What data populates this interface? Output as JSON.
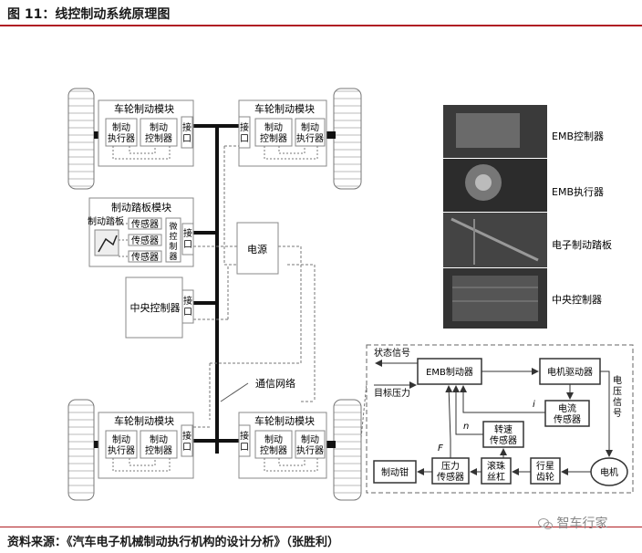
{
  "header": {
    "figure_title": "图 11：线控制动系统原理图"
  },
  "footer": {
    "source": "资料来源：《汽车电子机械制动执行机构的设计分析》（张胜利）",
    "watermark": "智车行家"
  },
  "diagram": {
    "wheel_module_title": "车轮制动模块",
    "brake_actuator": [
      "制动",
      "执行器"
    ],
    "brake_controller": [
      "制动",
      "控制器"
    ],
    "interface": [
      "接",
      "口"
    ],
    "pedal_module_title": "制动踏板模块",
    "brake_pedal": "制动踏板",
    "sensor": "传感器",
    "micro_controller": [
      "微",
      "控",
      "制",
      "器"
    ],
    "power_supply": "电源",
    "central_controller": "中央控制器",
    "comm_network": "通信网络",
    "photo_labels": [
      "EMB控制器",
      "EMB执行器",
      "电子制动踏板",
      "中央控制器"
    ],
    "emb": {
      "status_signal": "状态信号",
      "target_pressure": "目标压力",
      "emb_controller": "EMB制动器",
      "motor_driver": "电机驱动器",
      "voltage_signal": [
        "电",
        "压",
        "信",
        "号"
      ],
      "current_sensor": [
        "电流",
        "传感器"
      ],
      "speed_sensor": [
        "转速",
        "传感器"
      ],
      "pressure_sensor": [
        "压力",
        "传感器"
      ],
      "ball_screw": [
        "滚珠",
        "丝杠"
      ],
      "planetary_gear": [
        "行星",
        "齿轮"
      ],
      "motor": "电机",
      "caliper": "制动钳",
      "sym_i": "i",
      "sym_n": "n",
      "sym_F": "F"
    }
  }
}
